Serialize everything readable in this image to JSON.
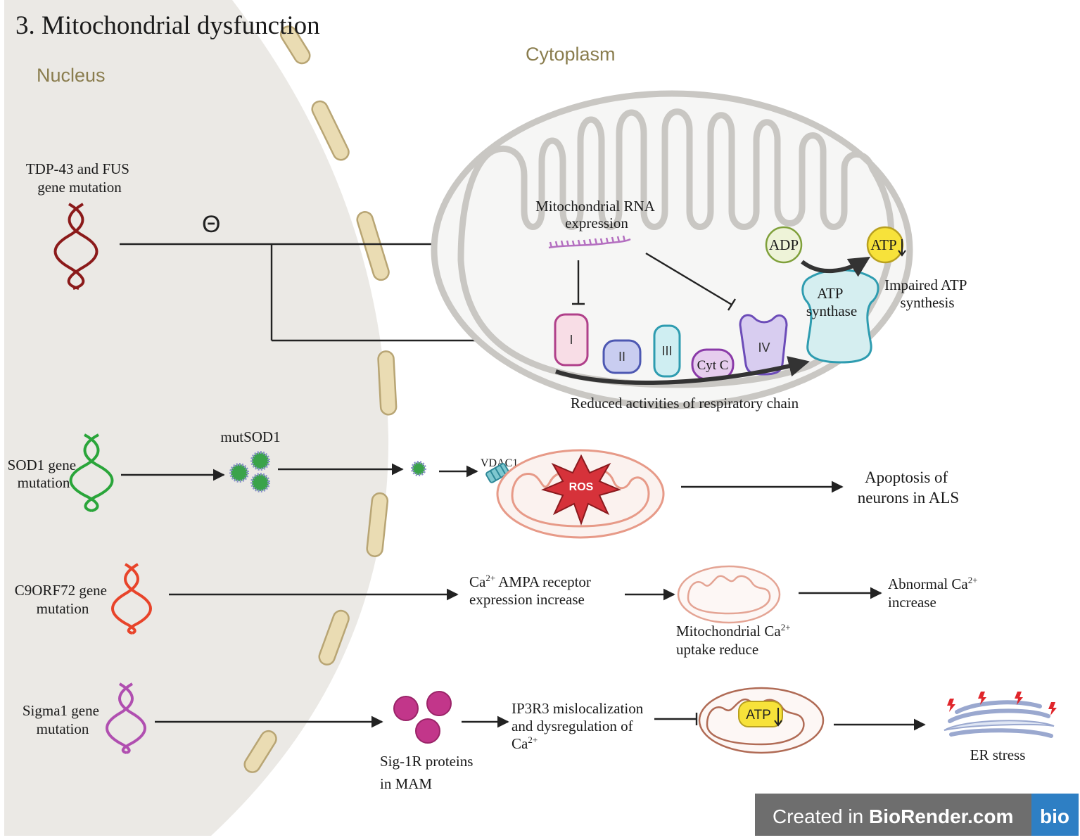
{
  "title": "3. Mitochondrial dysfunction",
  "regions": {
    "nucleus": "Nucleus",
    "cytoplasm": "Cytoplasm"
  },
  "tdp": {
    "gene_label": [
      "TDP-43 and FUS",
      "gene mutation"
    ],
    "theta_symbol": "Θ",
    "mito_rna_label": [
      "Mitochondrial RNA",
      "expression"
    ],
    "complexes": [
      "I",
      "II",
      "III",
      "Cyt C",
      "IV"
    ],
    "atp_synthase_label": [
      "ATP",
      "synthase"
    ],
    "adp": "ADP",
    "atp": "ATP",
    "impaired_label": [
      "Impaired ATP",
      "synthesis"
    ],
    "respiratory_label": "Reduced activities of respiratory chain"
  },
  "sod1": {
    "gene_label": [
      "SOD1 gene",
      "mutation"
    ],
    "protein_label": "mutSOD1",
    "vdac_label": "VDAC1",
    "ros_label": "ROS",
    "outcome_label": [
      "Apoptosis of",
      "neurons in ALS"
    ]
  },
  "c9": {
    "gene_label": [
      "C9ORF72 gene",
      "mutation"
    ],
    "receptor_label": [
      "Ca",
      "2+",
      " AMPA receptor",
      "expression increase"
    ],
    "mito_label": [
      "Mitochondrial Ca",
      "2+",
      "uptake reduce"
    ],
    "abnormal_label": [
      "Abnormal Ca",
      "2+",
      "increase"
    ]
  },
  "sigma": {
    "gene_label": [
      "Sigma1 gene",
      "mutation"
    ],
    "protein_label": [
      "Sig-1R proteins",
      "in MAM"
    ],
    "ip3r3_label": [
      "IP3R3 mislocalization",
      "and dysregulation of",
      "Ca",
      "2+"
    ],
    "atp": "ATP",
    "er_label": "ER stress"
  },
  "badge": {
    "text_prefix": "Created in ",
    "text_brand": "BioRender.com",
    "logo": "bio"
  },
  "colors": {
    "nucleus_fill": "#ebe9e5",
    "envelope_pore": "#e9dcb5",
    "mito_gray": "#c9c7c3",
    "mito_pink": "#e79a88",
    "dna_tdp": "#8b1a1a",
    "dna_sod1": "#2aa53a",
    "dna_c9": "#e8442a",
    "dna_sigma": "#b04fb0",
    "sig_protein": "#c2368a",
    "ros": "#d6323a",
    "atp_yellow": "#f7e23a",
    "badge_bg": "#6e6e6e",
    "badge_blue": "#2e7fc4"
  }
}
